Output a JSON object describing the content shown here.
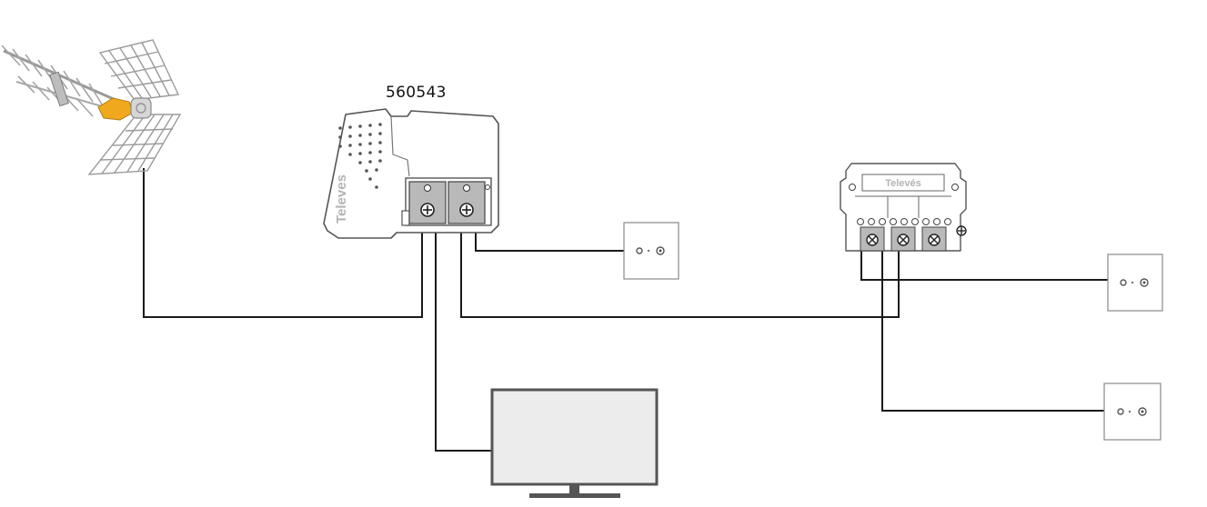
{
  "amplifier": {
    "model": "560543",
    "brand": "Televes"
  },
  "splitter": {
    "brand": "Televés"
  },
  "colors": {
    "cable": "#1a1a1a",
    "device_fill": "#ffffff",
    "device_stroke": "#555555",
    "connector_fill": "#b9b9b9",
    "antenna_dipole": "#f0a91e",
    "tv_screen": "#ececec"
  },
  "icons": {
    "antenna": "antenna-icon",
    "amplifier": "amplifier-icon",
    "splitter": "splitter-icon",
    "wall_socket": "wall-socket-icon",
    "television": "tv-icon"
  }
}
